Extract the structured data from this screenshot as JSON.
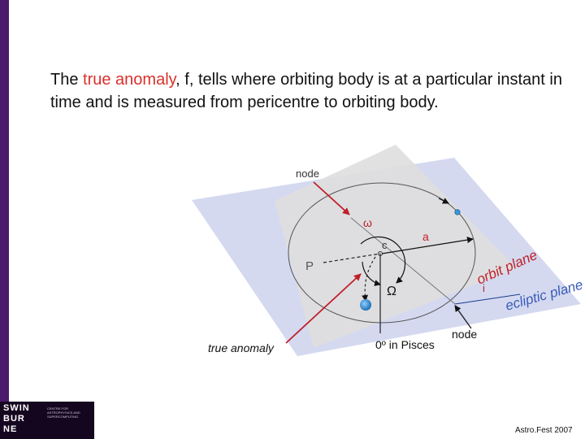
{
  "intro": {
    "before": "The ",
    "highlight": "true anomaly",
    "after": ", f, tells where orbiting body is at a particular instant in time and is measured from pericentre to orbiting body."
  },
  "labels": {
    "node_top": "node",
    "omega": "ω",
    "c": "c",
    "a": "a",
    "P": "P",
    "orbit_plane": "orbit plane",
    "i": "i",
    "ecliptic_plane": "ecliptic plane",
    "Omega": "Ω",
    "true_anomaly": "true anomaly",
    "zero_pisces": "0º in Pisces",
    "node_bottom": "node"
  },
  "logo": {
    "line1": "SWIN",
    "line2": "BUR",
    "line3": "NE",
    "small": "CENTRE FOR ASTROPHYSICS AND SUPERCOMPUTING"
  },
  "credit": "Astro.Fest 2007",
  "colors": {
    "highlight": "#d9302a",
    "orbit_plane": "#e0e0e0",
    "ecliptic_plane": "#cfd5ee",
    "arrow": "#c0202a",
    "body": "#3a9ad9",
    "logo_bg": "#15061f"
  }
}
